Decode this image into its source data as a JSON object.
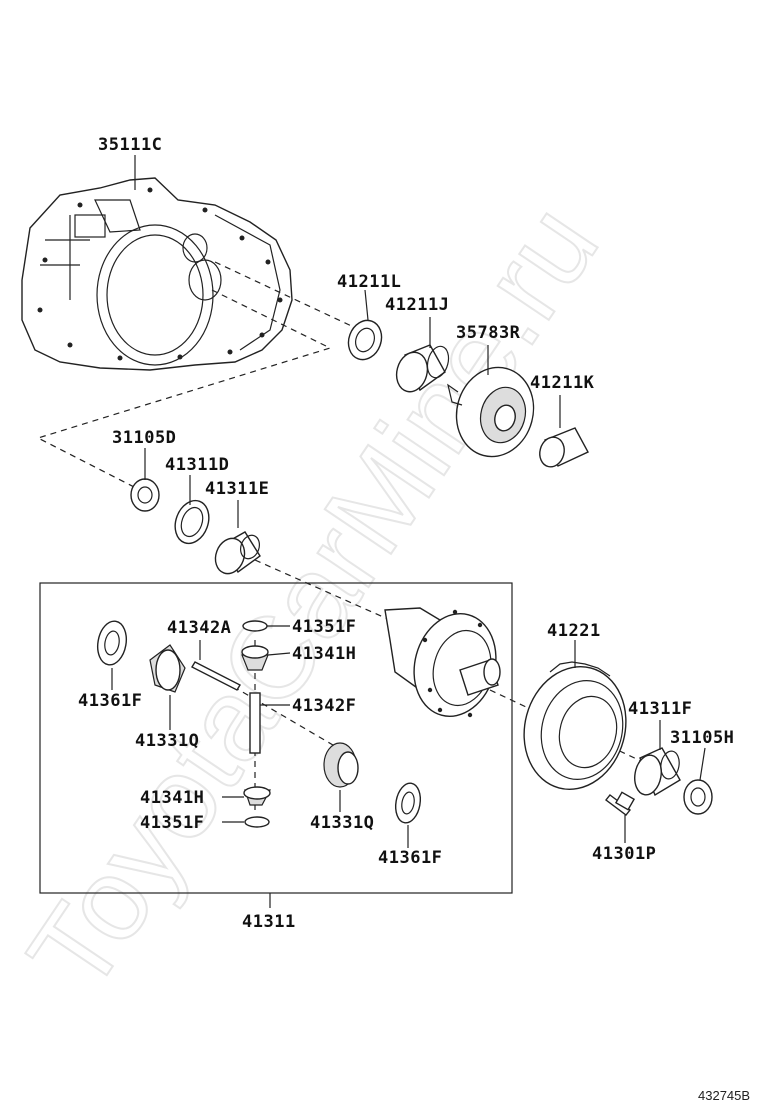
{
  "watermark": "ToyotaCarMine.ru",
  "figure_code": "432745B",
  "labels": {
    "p35111C": "35111C",
    "p41211L": "41211L",
    "p41211J": "41211J",
    "p35783R": "35783R",
    "p41211K": "41211K",
    "p31105D": "31105D",
    "p41311D": "41311D",
    "p41311E": "41311E",
    "p41342A": "41342A",
    "p41351F_top": "41351F",
    "p41341H_top": "41341H",
    "p41361F_left": "41361F",
    "p41342F": "41342F",
    "p41331Q_left": "41331Q",
    "p41341H_bottom": "41341H",
    "p41351F_bottom": "41351F",
    "p41331Q_right": "41331Q",
    "p41361F_right": "41361F",
    "p41221": "41221",
    "p41311F": "41311F",
    "p31105H": "31105H",
    "p41301P": "41301P",
    "p41311": "41311"
  }
}
